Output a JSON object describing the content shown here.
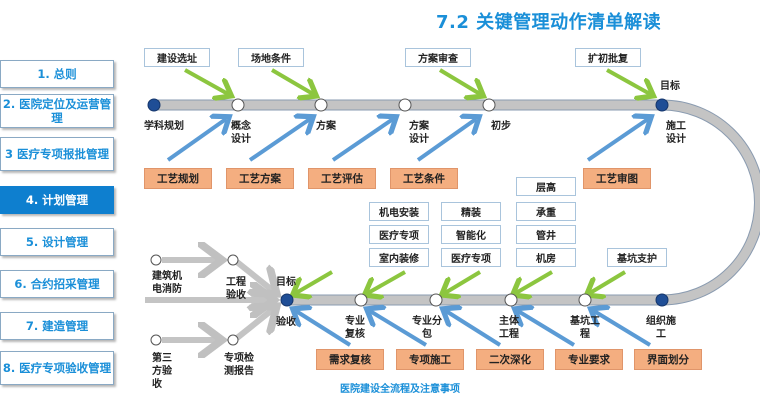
{
  "title": "7.2 关键管理动作清单解读",
  "nav": [
    {
      "label": "1. 总则",
      "active": false
    },
    {
      "label": "2. 医院定位及运营管理",
      "active": false
    },
    {
      "label": "3 医疗专项报批管理",
      "active": false
    },
    {
      "label": "4. 计划管理",
      "active": true
    },
    {
      "label": "5. 设计管理",
      "active": false
    },
    {
      "label": "6. 合约招采管理",
      "active": false
    },
    {
      "label": "7. 建造管理",
      "active": false
    },
    {
      "label": "8. 医疗专项验收管理",
      "active": false
    }
  ],
  "top_track": {
    "nodes": [
      "学科规划",
      "概念设计",
      "方案",
      "方案设计",
      "初步",
      "施工设计"
    ],
    "goal_label": "目标",
    "inputs_green": [
      "建设选址",
      "场地条件",
      "方案审查",
      "扩初批复"
    ],
    "inputs_blue": [
      "工艺规划",
      "工艺方案",
      "工艺评估",
      "工艺条件",
      "工艺审图"
    ]
  },
  "bottom_track": {
    "nodes": [
      "组织施工",
      "基坑工程",
      "主体工程",
      "专业分包",
      "专业复核",
      "验收"
    ],
    "goal_label": "目标",
    "stacks_green": [
      [
        "机电安装",
        "医疗专项",
        "室内装修"
      ],
      [
        "精装",
        "智能化",
        "医疗专项"
      ],
      [
        "层高",
        "承重",
        "管井",
        "机房"
      ],
      [
        "基坑支护"
      ]
    ],
    "inputs_blue": [
      "需求复核",
      "专项施工",
      "二次深化",
      "专业要求",
      "界面划分"
    ]
  },
  "acceptance": {
    "items": [
      "建筑机电消防",
      "工程验收",
      "第三方验收",
      "专项检测报告"
    ]
  },
  "caption": "医院建设全流程及注意事项",
  "colors": {
    "accent": "#1a8fd8",
    "nav_active": "#0e7fcf",
    "orange_box": "#f4ae80",
    "green_arrow": "#8cc63f",
    "blue_arrow": "#5b9bd5",
    "track": "#c0c0c0",
    "node_goal": "#1f4e96"
  }
}
